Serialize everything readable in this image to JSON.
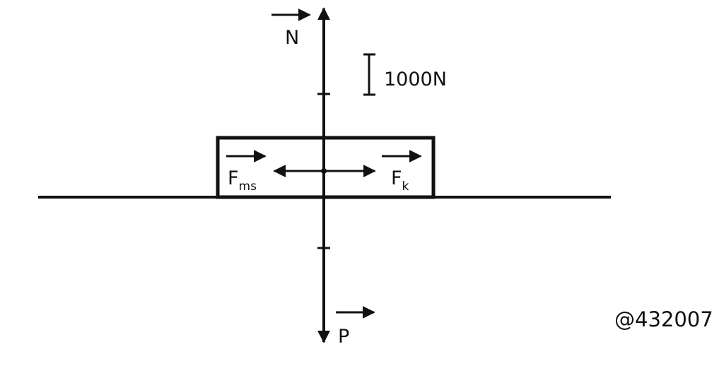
{
  "labels": {
    "normal_force": "N",
    "weight": "P",
    "friction_base": "F",
    "friction_sub": "ms",
    "pull_base": "F",
    "pull_sub": "k",
    "scale": "1000N"
  },
  "watermark": "@432007",
  "colors": {
    "ink": "#111111",
    "background": "#ffffff"
  }
}
